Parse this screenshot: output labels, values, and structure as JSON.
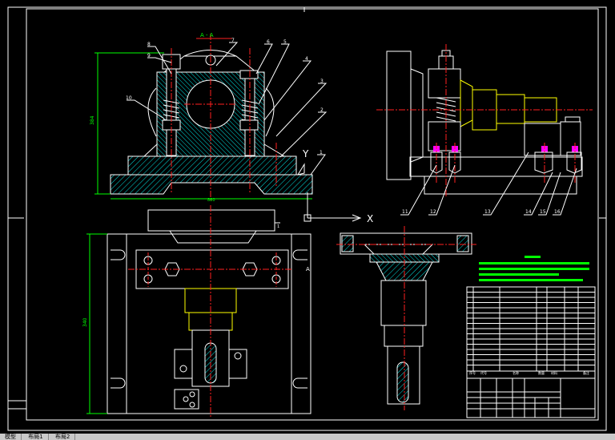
{
  "drawing": {
    "section_label": "A - A",
    "side_label": "A",
    "axis_y": "Y",
    "axis_x": "X",
    "dim_height_top": "384",
    "dim_width_top": "880",
    "dim_height_bottom": "340",
    "part_label_bottom": "1"
  },
  "callouts_front": [
    {
      "num": "8"
    },
    {
      "num": "7"
    },
    {
      "num": "6"
    },
    {
      "num": "5"
    },
    {
      "num": "4"
    },
    {
      "num": "3"
    },
    {
      "num": "2"
    },
    {
      "num": "1"
    },
    {
      "num": "10"
    },
    {
      "num": "9"
    }
  ],
  "callouts_side": [
    {
      "num": "11"
    },
    {
      "num": "12"
    },
    {
      "num": "13"
    },
    {
      "num": "14"
    },
    {
      "num": "15"
    },
    {
      "num": "16"
    }
  ],
  "title_block": {
    "header_cells": [
      "序号",
      "代号",
      "名称",
      "数量",
      "材料",
      "备注"
    ]
  },
  "status_bar": {
    "items": [
      "模型",
      "布局1",
      "布局2"
    ]
  },
  "colors": {
    "background": "#000000",
    "outline": "#ffffff",
    "hatch": "#00ffff",
    "center_line": "#ff2020",
    "dimension": "#00ff00",
    "part": "#ffff00",
    "highlight": "#ff00ff"
  }
}
